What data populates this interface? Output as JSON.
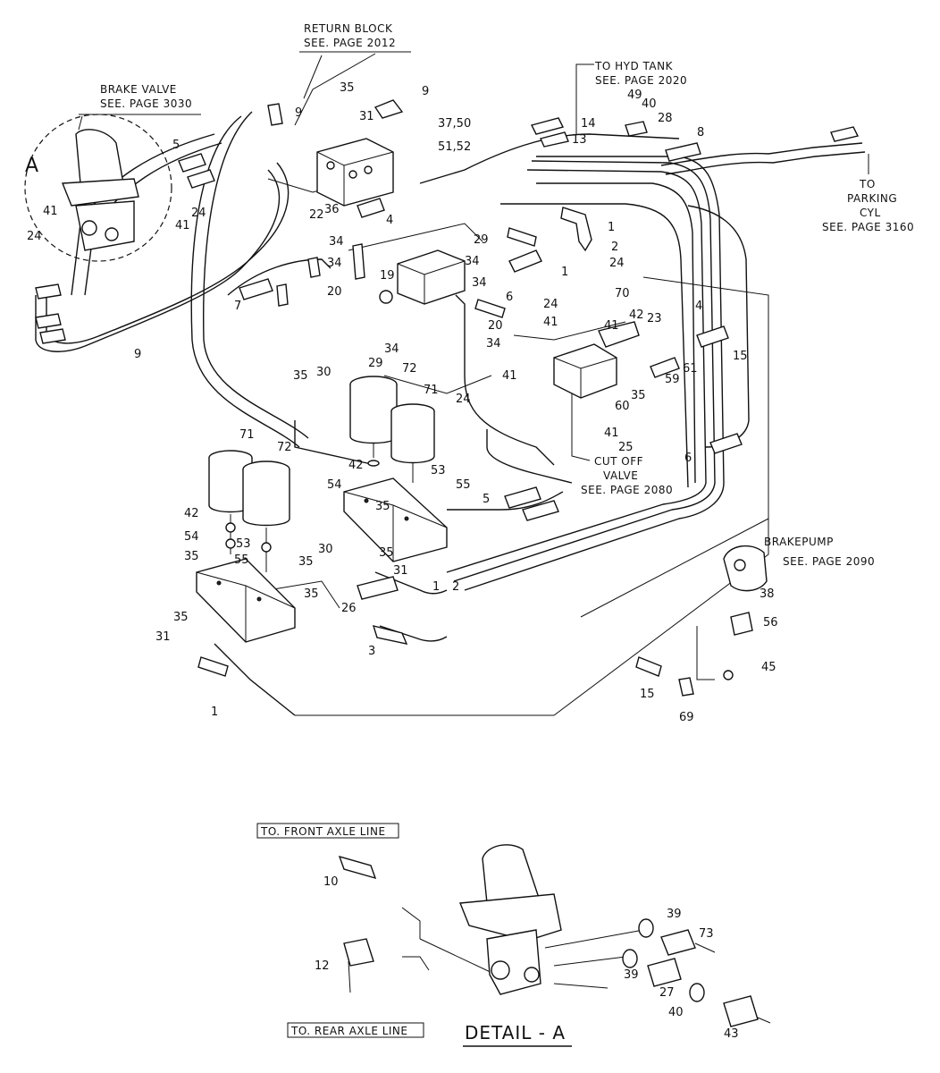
{
  "labels": {
    "return_block_title": "RETURN BLOCK",
    "return_block_page": "SEE. PAGE 2012",
    "brake_valve_title": "BRAKE VALVE",
    "brake_valve_page": "SEE. PAGE 3030",
    "hyd_tank_title": "TO HYD TANK",
    "hyd_tank_page": "SEE. PAGE 2020",
    "parking_to": "TO",
    "parking_name": "PARKING",
    "parking_cyl": "CYL",
    "parking_page": "SEE. PAGE 3160",
    "cutoff_name": "CUT OFF",
    "cutoff_valve": "VALVE",
    "cutoff_page": "SEE. PAGE 2080",
    "brakepump_title": "BRAKEPUMP",
    "brakepump_page": "SEE. PAGE 2090",
    "detail_circle_label": "A",
    "front_axle_line": "TO. FRONT AXLE LINE",
    "rear_axle_line": "TO. REAR AXLE LINE",
    "detail_title": "DETAIL - A"
  },
  "callouts": {
    "c1": "1",
    "c2": "2",
    "c3": "3",
    "c4": "4",
    "c5": "5",
    "c6": "6",
    "c7": "7",
    "c8": "8",
    "c9": "9",
    "c10": "10",
    "c12": "12",
    "c13": "13",
    "c14": "14",
    "c15": "15",
    "c19": "19",
    "c20": "20",
    "c22": "22",
    "c23": "23",
    "c24": "24",
    "c25": "25",
    "c26": "26",
    "c27": "27",
    "c28": "28",
    "c29": "29",
    "c30": "30",
    "c31": "31",
    "c34": "34",
    "c35": "35",
    "c36": "36",
    "c37_50": "37,50",
    "c38": "38",
    "c39": "39",
    "c40": "40",
    "c41": "41",
    "c42": "42",
    "c43": "43",
    "c45": "45",
    "c49": "49",
    "c51_52": "51,52",
    "c53": "53",
    "c54": "54",
    "c55": "55",
    "c56": "56",
    "c59": "59",
    "c60": "60",
    "c61": "61",
    "c69": "69",
    "c70": "70",
    "c71": "71",
    "c72": "72",
    "c73": "73"
  }
}
